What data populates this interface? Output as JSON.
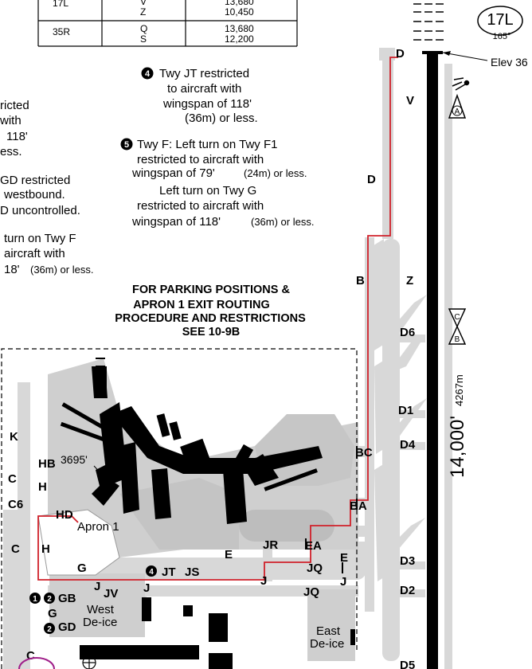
{
  "runway_table": {
    "rows": [
      {
        "rwy": "17L",
        "codes": [
          "V",
          "Z"
        ],
        "distances": [
          "13,680",
          "10,450"
        ]
      },
      {
        "rwy": "35R",
        "codes": [
          "Q",
          "S"
        ],
        "distances": [
          "13,680",
          "12,200"
        ]
      }
    ]
  },
  "runway": {
    "id": "17L",
    "heading": "165°",
    "elevation": "Elev 36",
    "length_ft": "14,000'",
    "length_m": "4267m"
  },
  "hotspots": [
    "A",
    "B",
    "C"
  ],
  "notes": {
    "left_cut": [
      "ricted",
      "with",
      "118'",
      "ess.",
      "GD restricted",
      "westbound.",
      "D uncontrolled.",
      "turn on Twy F",
      "aircraft with",
      "18'",
      "(36m) or less."
    ],
    "note4_number": "4",
    "note4_lines": [
      "Twy JT restricted",
      "to aircraft with",
      "wingspan of 118'",
      "(36m) or less."
    ],
    "note5_number": "5",
    "note5_lines": [
      "Twy F: Left turn on Twy F1",
      "restricted to aircraft with",
      "wingspan of 79'",
      "(24m) or less.",
      "Left turn on Twy G",
      "restricted to aircraft with",
      "wingspan of 118'",
      "(36m) or less."
    ]
  },
  "parking_note": [
    "FOR PARKING POSITIONS &",
    "APRON 1 EXIT ROUTING",
    "PROCEDURE AND RESTRICTIONS",
    "SEE 10-9B"
  ],
  "taxiway_labels": {
    "D_top": "D",
    "V": "V",
    "D_mid": "D",
    "B": "B",
    "Z": "Z",
    "D6": "D6",
    "D1": "D1",
    "D4": "D4",
    "BC": "BC",
    "BA": "BA",
    "D3": "D3",
    "D2": "D2",
    "D5": "D5",
    "K": "K",
    "HB": "HB",
    "C_upper": "C",
    "H": "H",
    "C6": "C6",
    "HD": "HD",
    "C_mid": "C",
    "H_small": "H",
    "G_apron": "G",
    "E": "E",
    "JR": "JR",
    "EA": "EA",
    "E_right": "E",
    "JQ_upper": "JQ",
    "JQ_lower": "JQ",
    "J_right": "J",
    "J_bl": "J",
    "J_bm": "J",
    "J_center": "J",
    "JV": "JV",
    "GB": "GB",
    "G_lower": "G",
    "GD": "GD",
    "C_bottom": "C",
    "JT": "JT",
    "JS": "JS"
  },
  "area_labels": {
    "apron1": "Apron 1",
    "elev3695": "3695'",
    "west": "West",
    "west_deice": "De-ice",
    "east": "East",
    "east_deice": "De-ice"
  },
  "circled": {
    "one": "1",
    "two_a": "2",
    "two_b": "2",
    "four": "4"
  },
  "colors": {
    "route": "#d0202a",
    "taxiway": "#d8d8d8",
    "apron": "#cccccc",
    "building": "#000000",
    "hotspot": "#000000"
  }
}
